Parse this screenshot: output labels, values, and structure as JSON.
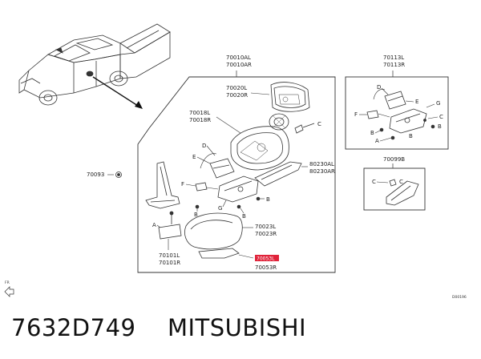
{
  "diagram": {
    "box_main": {
      "title": [
        "70010AL",
        "70010AR"
      ],
      "parts": [
        {
          "lines": [
            "70020L",
            "70020R"
          ]
        },
        {
          "lines": [
            "70018L",
            "70018R"
          ]
        },
        {
          "lines": [
            "80230AL",
            "80230AR"
          ]
        },
        {
          "lines": [
            "70023L",
            "70023R"
          ]
        },
        {
          "lines": [
            "70101L",
            "70101R"
          ]
        },
        {
          "lines": [
            "70053R"
          ]
        }
      ],
      "highlight": "70053L",
      "highlight_color": "#e0233a",
      "letters": [
        "C",
        "D",
        "E",
        "F",
        "G",
        "B",
        "B",
        "B",
        "A"
      ]
    },
    "standalone_part": "70093",
    "box_top_right": {
      "title": [
        "70113L",
        "70113R"
      ],
      "letters": [
        "D",
        "E",
        "G",
        "F",
        "B",
        "B",
        "A",
        "B",
        "C"
      ]
    },
    "box_bottom_right": {
      "title": "70099B",
      "letters": [
        "C",
        "C"
      ]
    },
    "direction_label": "FR",
    "figure_code": "D00196"
  },
  "footer": {
    "part_number": "7632D749",
    "brand": "MITSUBISHI"
  }
}
